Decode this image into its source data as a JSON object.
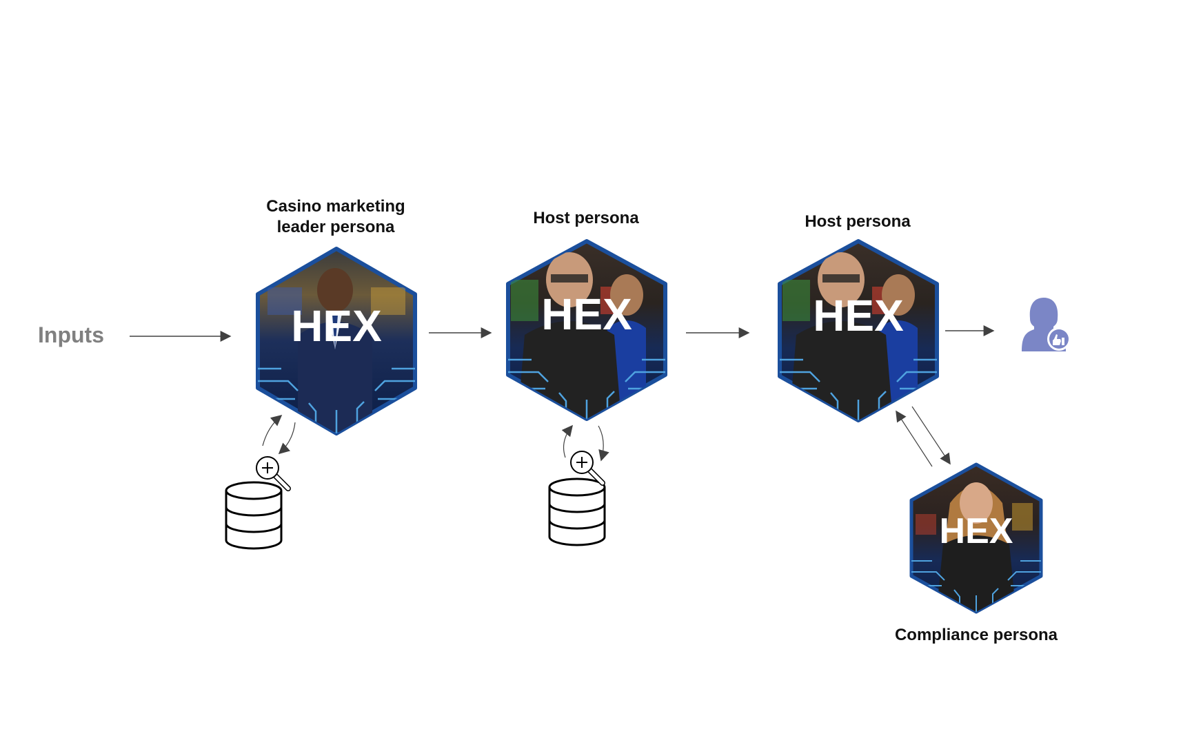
{
  "diagram": {
    "inputs_label": "Inputs",
    "personas": [
      {
        "id": "marketing-leader",
        "title_line1": "Casino marketing",
        "title_line2": "leader persona",
        "badge": "HEX",
        "image": "photo of a man in a dark suit in a casino"
      },
      {
        "id": "host-1",
        "title": "Host persona",
        "badge": "HEX",
        "image": "photo of two men in a casino"
      },
      {
        "id": "host-2",
        "title": "Host persona",
        "badge": "HEX",
        "image": "photo of two men in a casino"
      },
      {
        "id": "compliance",
        "title": "Compliance persona",
        "badge": "HEX",
        "image": "photo of a woman in a casino"
      }
    ],
    "output_icon": "user-approved-icon",
    "data_sources": [
      "database-icon",
      "database-icon"
    ],
    "colors": {
      "hex_border": "#1b4f9c",
      "hex_fill_dark": "#0b2350",
      "circuit": "#4fa3e0",
      "arrow": "#404040",
      "inputs_text": "#808080",
      "user_icon": "#7b86c6"
    }
  }
}
